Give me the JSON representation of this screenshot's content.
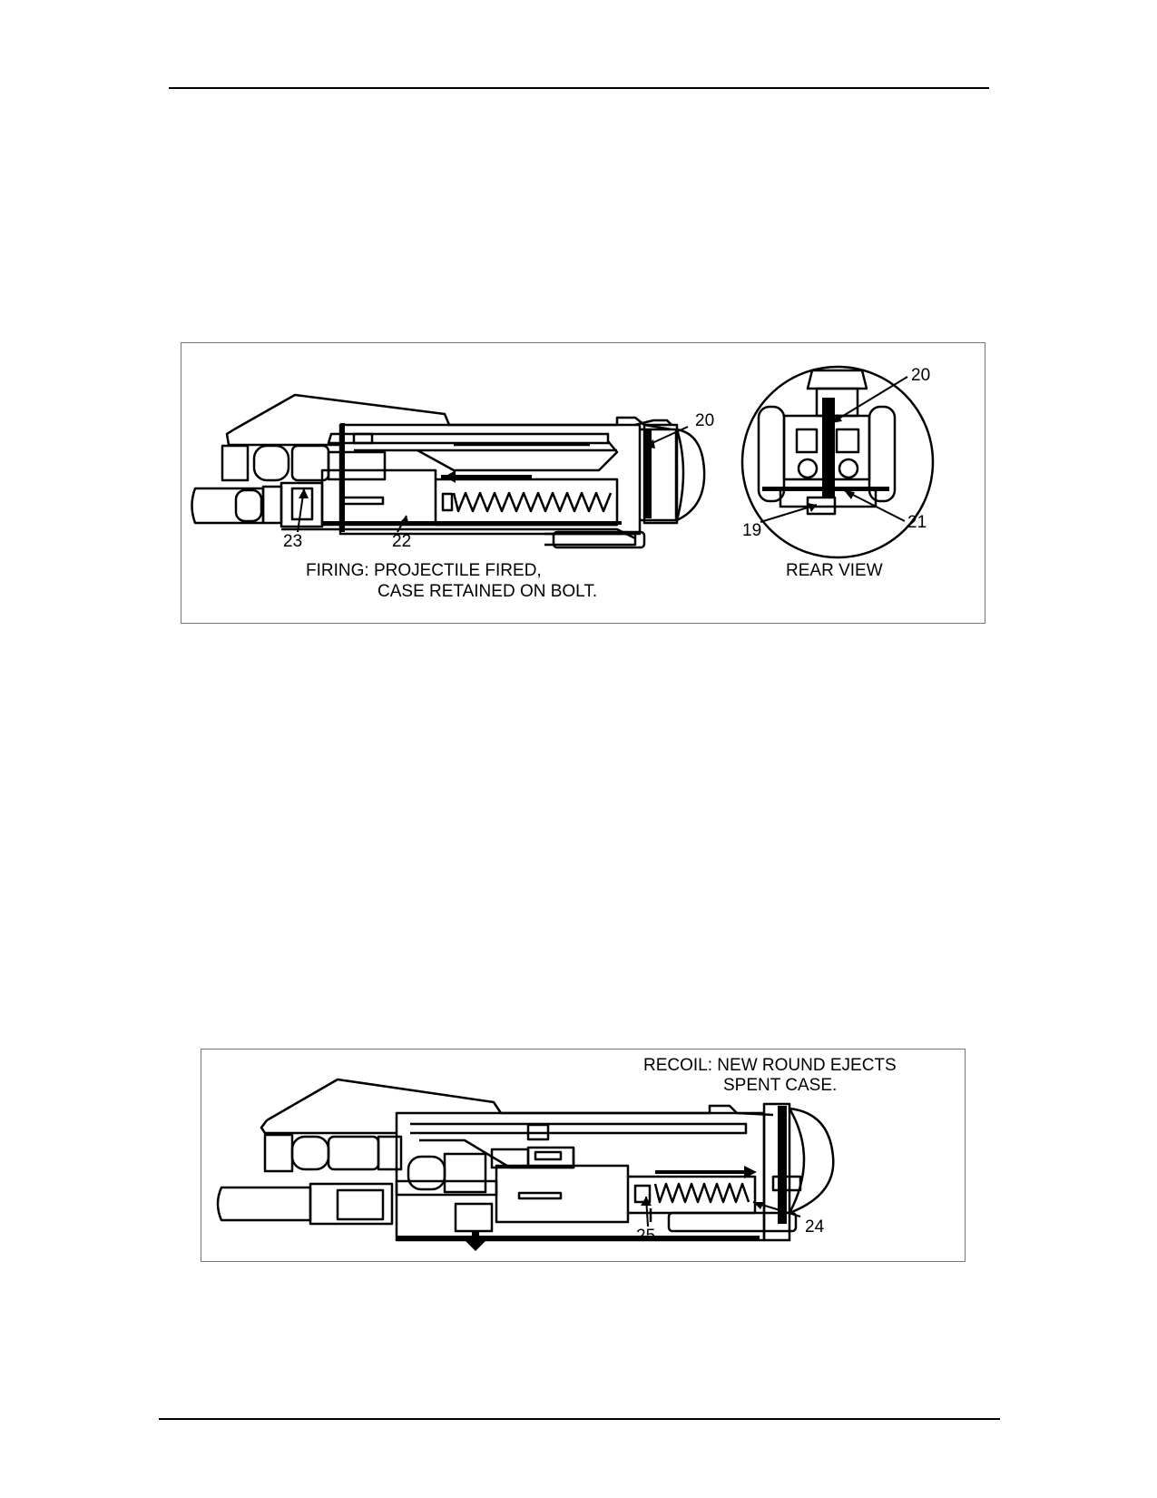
{
  "figure_firing": {
    "caption_line1": "FIRING: PROJECTILE FIRED,",
    "caption_line2": "CASE RETAINED ON BOLT.",
    "callouts": {
      "c23": "23",
      "c22": "22",
      "c20": "20"
    }
  },
  "figure_rear_view": {
    "caption": "REAR VIEW",
    "callouts": {
      "c20": "20",
      "c19": "19",
      "c21": "21"
    }
  },
  "figure_recoil": {
    "caption_line1": "RECOIL: NEW ROUND EJECTS",
    "caption_line2": "SPENT CASE.",
    "callouts": {
      "c25": "25",
      "c24": "24"
    }
  }
}
